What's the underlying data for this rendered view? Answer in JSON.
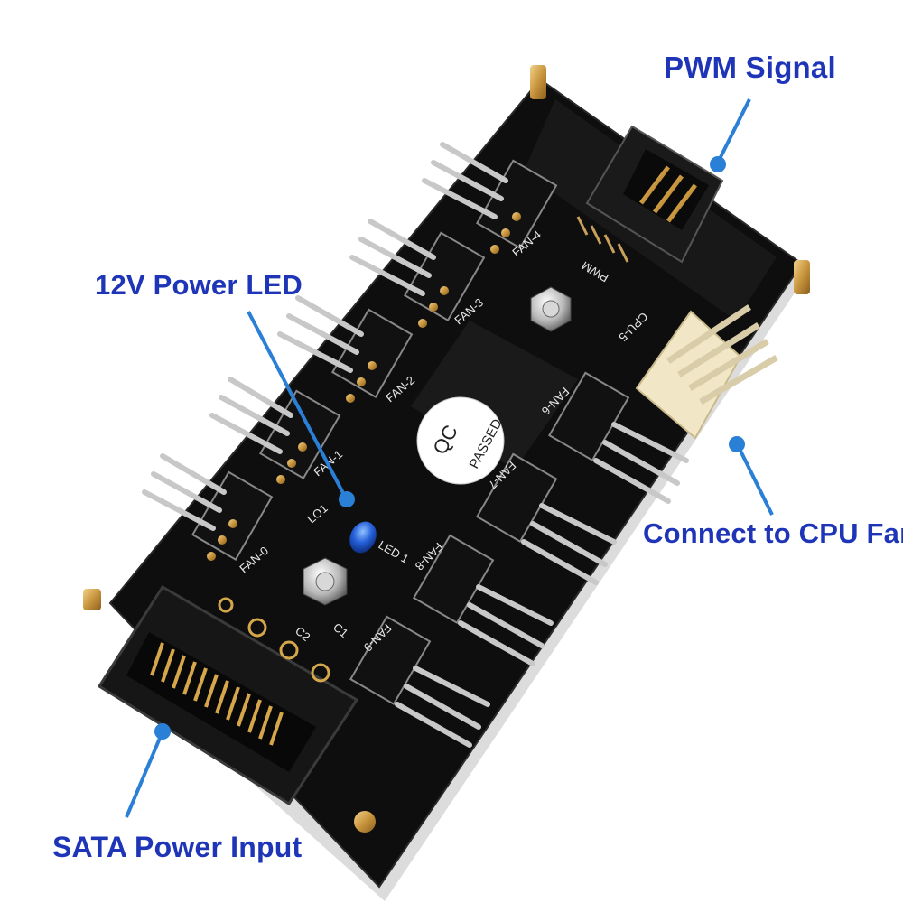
{
  "colors": {
    "callout_text": "#1f35b8",
    "pointer_line": "#2a7fd6",
    "board": "#0d0d0d",
    "pin_gold": "#c9a15a",
    "led_blue": "#1f5fd6"
  },
  "callouts": {
    "pwm_signal": "PWM Signal",
    "power_led": "12V Power LED",
    "cpu_fan": "Connect to CPU Fan",
    "sata_input": "SATA Power Input"
  },
  "silkscreen": {
    "fan0": "FAN-0",
    "fan1": "FAN-1",
    "fan2": "FAN-2",
    "fan3": "FAN-3",
    "fan4": "FAN-4",
    "cpu5": "CPU-5",
    "fan6": "FAN-6",
    "fan7": "FAN-7",
    "fan8": "FAN-8",
    "fan9": "FAN-9",
    "pwm": "PWM",
    "led": "LED 1",
    "c1": "C1",
    "c2": "C2",
    "r": "LO1"
  },
  "qc_sticker": {
    "line1": "QC",
    "line2": "PASSED"
  },
  "icons": [
    "mounting-standoff-icon",
    "hex-nut-icon",
    "blue-led-icon",
    "sata-connector-icon",
    "fan-header-icon"
  ]
}
